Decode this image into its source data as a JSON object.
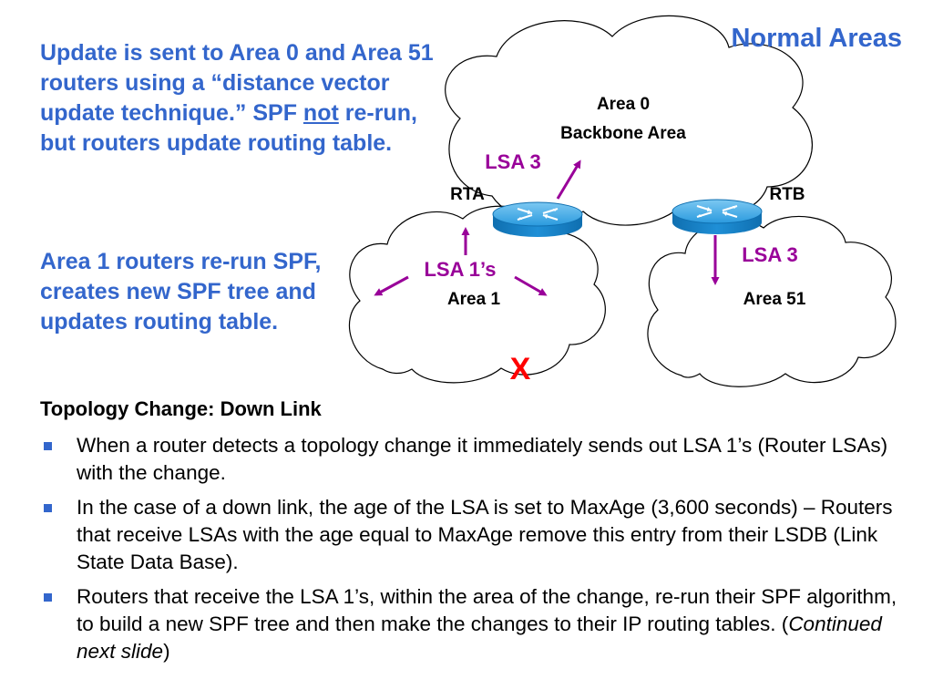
{
  "slide": {
    "title": "Normal Areas",
    "note_top": {
      "part1": "Update is sent to Area 0 and Area 51 routers using a “distance vector update technique.” SPF ",
      "underlined": "not",
      "part2": " re-run, but routers update routing table."
    },
    "note_mid": "Area 1 routers re-run SPF, creates new SPF tree and updates routing table."
  },
  "diagram": {
    "area0": {
      "line1": "Area 0",
      "line2": "Backbone Area"
    },
    "area1": "Area 1",
    "area51": "Area 51",
    "router_a": "RTA",
    "router_b": "RTB",
    "lsa3_top": "LSA 3",
    "lsa3_right": "LSA 3",
    "lsa1": "LSA 1’s",
    "down_mark": "X",
    "colors": {
      "lsa": "#990099",
      "down": "#ff0000",
      "router": "#1f8fd6",
      "text_blue": "#3366cc"
    }
  },
  "content": {
    "heading": "Topology Change: Down Link",
    "bullets": [
      {
        "text": "When a router detects a topology change it immediately sends out LSA 1’s (Router LSAs) with the change."
      },
      {
        "text": "In the case of a down link, the age of the LSA is set to MaxAge (3,600 seconds) – Routers that receive LSAs with the age equal to MaxAge remove this entry from their LSDB (Link State Data Base)."
      },
      {
        "text": "Routers that receive the LSA 1’s, within the area of the change, re-run their SPF algorithm, to build a new SPF tree and then make the changes to their IP routing tables.  (",
        "italic": "Continued next slide",
        "tail": ")"
      }
    ]
  }
}
